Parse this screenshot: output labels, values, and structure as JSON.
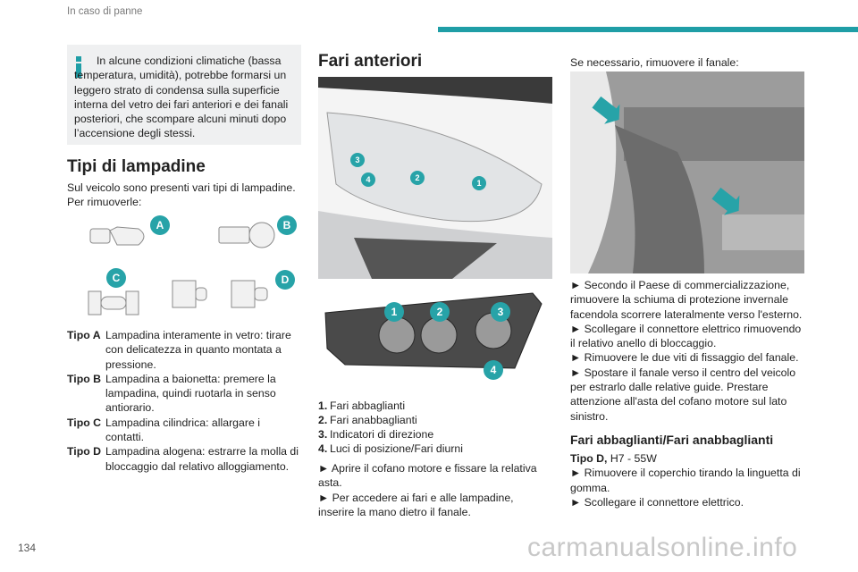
{
  "header": {
    "section_title": "In caso di panne",
    "accent_color": "#1f9ea6"
  },
  "note": {
    "icon": "info-icon",
    "text": "In alcune condizioni climatiche (bassa temperatura, umidità), potrebbe formarsi un leggero strato di condensa sulla superficie interna del vetro dei fari anteriori e dei fanali posteriori, che scompare alcuni minuti dopo l’accensione degli stessi."
  },
  "bulb_types": {
    "title": "Tipi di lampadine",
    "intro": "Sul veicolo sono presenti vari tipi di lampadine. Per rimuoverle:",
    "badges": [
      "A",
      "B",
      "C",
      "D"
    ],
    "items": [
      {
        "label": "Tipo A",
        "desc": "Lampadina interamente in vetro: tirare con delicatezza in quanto montata a pressione."
      },
      {
        "label": "Tipo B",
        "desc": "Lampadina a baionetta: premere la lampadina, quindi ruotarla in senso antiorario."
      },
      {
        "label": "Tipo C",
        "desc": "Lampadina cilindrica: allargare i contatti."
      },
      {
        "label": "Tipo D",
        "desc": "Lampadina alogena: estrarre la molla di bloccaggio dal relativo alloggiamento."
      }
    ]
  },
  "headlights": {
    "title": "Fari anteriori",
    "top_badges": [
      "3",
      "4",
      "2",
      "1"
    ],
    "bottom_badges": [
      "1",
      "2",
      "3",
      "4"
    ],
    "legend": [
      {
        "num": "1.",
        "text": "Fari abbaglianti"
      },
      {
        "num": "2.",
        "text": "Fari anabbaglianti"
      },
      {
        "num": "3.",
        "text": "Indicatori di direzione"
      },
      {
        "num": "4.",
        "text": "Luci di posizione/Fari diurni"
      }
    ],
    "steps": [
      "► Aprire il cofano motore e fissare la relativa asta.",
      "► Per accedere ai fari e alle lampadine, inserire la mano dietro il fanale."
    ]
  },
  "removal": {
    "intro": "Se necessario, rimuovere il fanale:",
    "steps": [
      "► Secondo il Paese di commercializzazione, rimuovere la schiuma di protezione invernale facendola scorrere lateralmente verso l'esterno.",
      "► Scollegare il connettore elettrico rimuovendo il relativo anello di bloccaggio.",
      "► Rimuovere le due viti di fissaggio del fanale.",
      "► Spostare il fanale verso il centro del veicolo per estrarlo dalle relative guide. Prestare attenzione all'asta del cofano motore sul lato sinistro."
    ]
  },
  "high_low": {
    "title": "Fari abbaglianti/Fari anabbaglianti",
    "type_label": "Tipo D,",
    "type_value": " H7 - 55W",
    "steps": [
      "► Rimuovere il coperchio tirando la linguetta di gomma.",
      "► Scollegare il connettore elettrico."
    ]
  },
  "footer": {
    "page_number": "134",
    "watermark": "carmanualsonline.info"
  }
}
